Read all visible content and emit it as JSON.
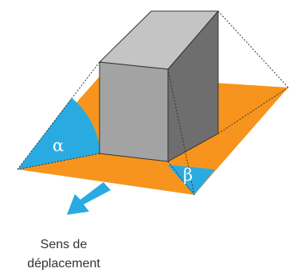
{
  "diagram": {
    "angle_left_label": "α",
    "angle_right_label": "β",
    "caption_line1": "Sens de",
    "caption_line2": "déplacement",
    "colors": {
      "platform": "#f7941d",
      "angle_fill": "#29abe2",
      "arrow": "#29abe2",
      "box_top": "#c4c4c4",
      "box_front": "#a3a3a3",
      "box_side": "#6e6e6e",
      "box_edge": "#333333",
      "rope": "#333333"
    }
  }
}
